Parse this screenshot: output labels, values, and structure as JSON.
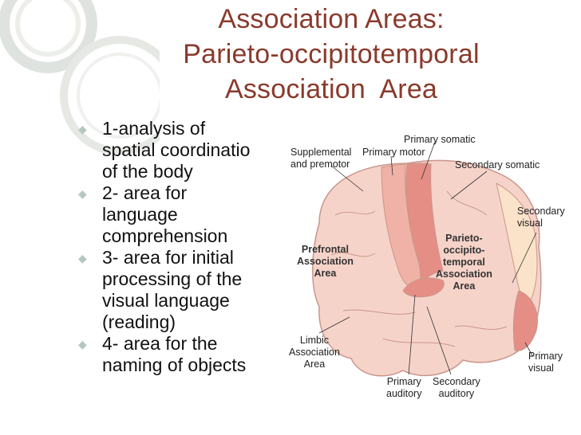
{
  "slide": {
    "title_lines": [
      "Association Areas:",
      "Parieto-occipitotemporal",
      "Association  Area"
    ]
  },
  "bullets": [
    {
      "text": "1-analysis of\nspatial coordinatio\nof the body"
    },
    {
      "text": "2- area for\nlanguage\ncomprehension"
    },
    {
      "text": "3- area for initial\nprocessing of the\nvisual language\n(reading)"
    },
    {
      "text": "4- area for the\nnaming of objects"
    }
  ],
  "figure": {
    "labels": {
      "primary_somatic": "Primary somatic",
      "supplemental_premotor": "Supplemental\nand premotor",
      "primary_motor": "Primary motor",
      "secondary_somatic": "Secondary somatic",
      "secondary_visual": "Secondary\nvisual",
      "prefrontal": "Prefrontal\nAssociation\nArea",
      "parieto": "Parieto-\noccipito-\ntemporal\nAssociation\nArea",
      "limbic": "Limbic\nAssociation\nArea",
      "primary_auditory": "Primary\nauditory",
      "secondary_auditory": "Secondary\nauditory",
      "primary_visual": "Primary\nvisual"
    }
  },
  "colors": {
    "title": "#8a3a2c",
    "bullet_marker": "#b5c8c0",
    "brain_light": "#f6d3c9",
    "brain_mid": "#f0b2a6",
    "brain_dark": "#e48e86",
    "cream": "#fbe3c9"
  }
}
